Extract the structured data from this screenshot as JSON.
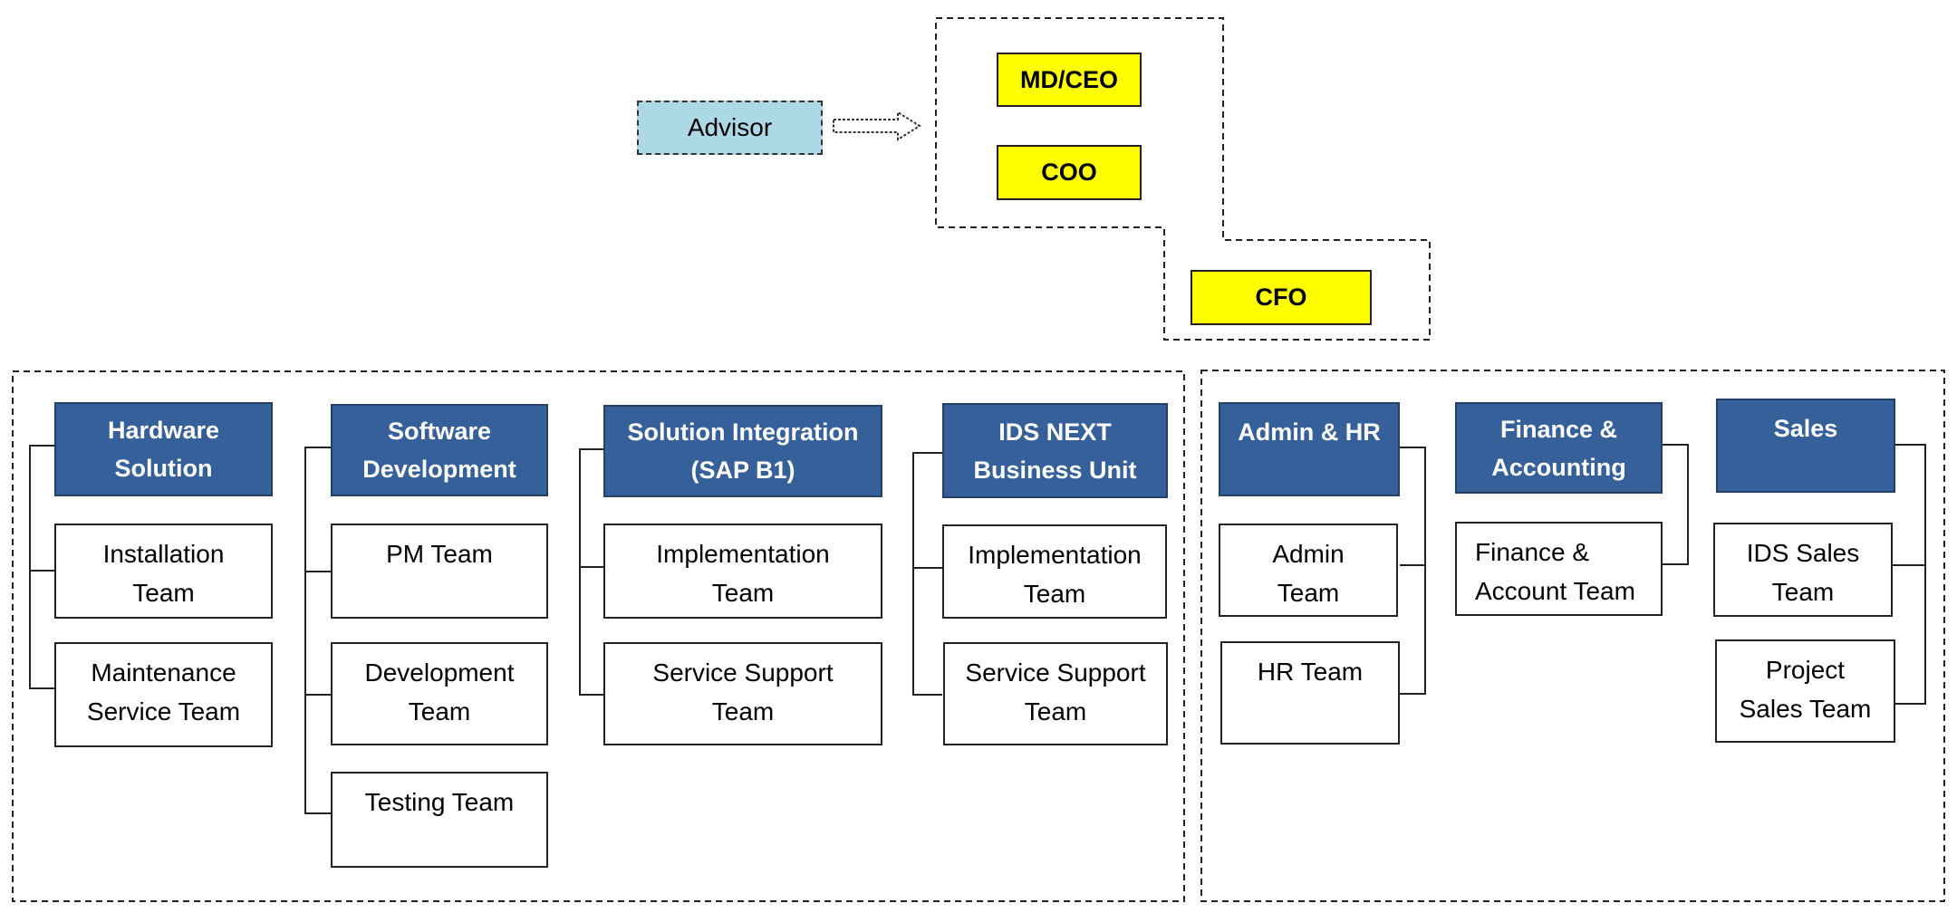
{
  "executives": {
    "advisor": "Advisor",
    "md_ceo": "MD/CEO",
    "coo": "COO",
    "cfo": "CFO"
  },
  "divisions": [
    {
      "head": "Hardware\nSolution",
      "teams": [
        "Installation\nTeam",
        "Maintenance\nService Team"
      ]
    },
    {
      "head": "Software\nDevelopment",
      "teams": [
        "PM Team",
        "Development\nTeam",
        "Testing Team"
      ]
    },
    {
      "head": "Solution Integration\n(SAP B1)",
      "teams": [
        "Implementation\nTeam",
        "Service Support\nTeam"
      ]
    },
    {
      "head": "IDS NEXT\nBusiness Unit",
      "teams": [
        "Implementation\nTeam",
        "Service Support\nTeam"
      ]
    },
    {
      "head": "Admin & HR",
      "teams": [
        "Admin\nTeam",
        "HR Team"
      ]
    },
    {
      "head": "Finance &\nAccounting",
      "teams": [
        "Finance &\nAccount Team"
      ]
    },
    {
      "head": "Sales",
      "teams": [
        "IDS Sales\nTeam",
        "Project\nSales Team"
      ]
    }
  ],
  "colors": {
    "head_fill": "#36609a",
    "exec_fill": "#ffff00",
    "advisor_fill": "#add8e6"
  }
}
